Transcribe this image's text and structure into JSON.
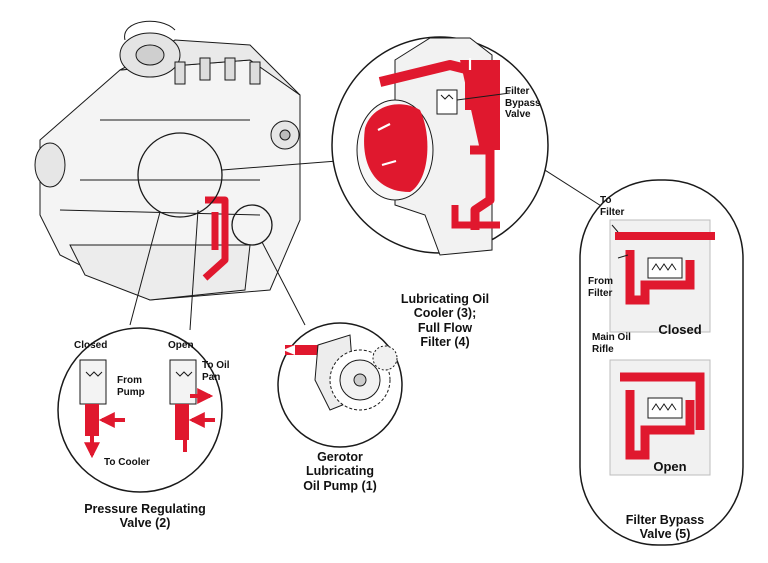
{
  "colors": {
    "oil": "#e0182e",
    "line": "#1a1a1a",
    "engine_fill": "#f4f4f4",
    "background": "#ffffff"
  },
  "labels": {
    "cooler_caption": "Lubricating Oil\nCooler (3);\nFull Flow\nFilter (4)",
    "filter_bypass_valve_tag": "Filter\nBypass\nValve",
    "to_filter": "To\nFilter",
    "from_filter": "From\nFilter",
    "main_oil_rifle": "Main Oil\nRifle",
    "closed_bypass": "Closed",
    "open_bypass": "Open",
    "bypass_caption": "Filter Bypass\nValve (5)",
    "pump_caption": "Gerotor\nLubricating\nOil Pump (1)",
    "prv_closed": "Closed",
    "prv_open": "Open",
    "from_pump": "From\nPump",
    "to_oil_pan": "To Oil\nPan",
    "to_cooler": "To Cooler",
    "prv_caption": "Pressure Regulating\nValve (2)"
  }
}
